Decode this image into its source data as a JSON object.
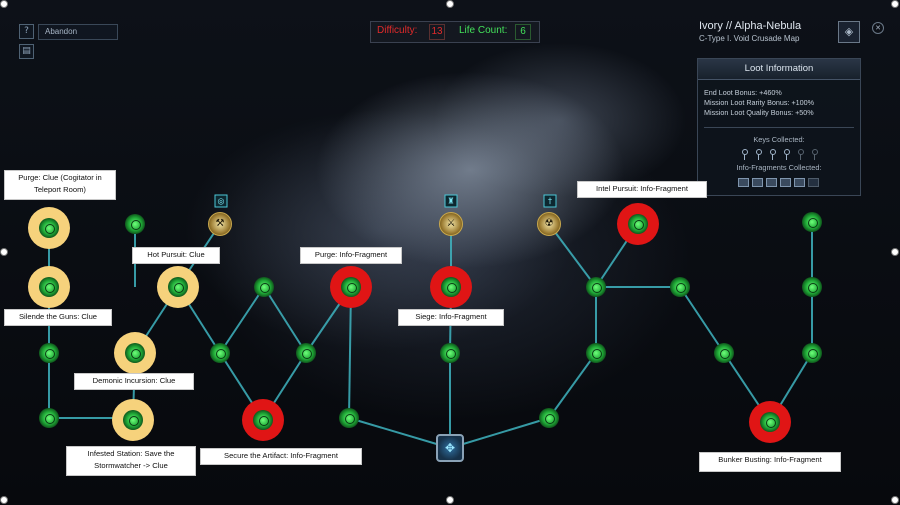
{
  "top_bar": {
    "difficulty_label": "Difficulty:",
    "difficulty_value": "13",
    "life_label": "Life Count:",
    "life_value": "6"
  },
  "left_controls": {
    "abandon_label": "Abandon",
    "help_icon": "question-icon",
    "map_icon": "map-icon"
  },
  "mission": {
    "title": "Ivory // Alpha-Nebula",
    "subtitle": "C-Type I. Void Crusade  Map"
  },
  "loot_panel": {
    "header": "Loot Information",
    "end_loot_bonus": "End Loot Bonus: +460%",
    "rarity_bonus": "Mission Loot Rarity Bonus: +100%",
    "quality_bonus": "Mission Loot Quality Bonus: +50%",
    "keys_label": "Keys Collected:",
    "keys_collected": 4,
    "keys_total": 6,
    "fragments_label": "Info-Fragments Collected:",
    "fragments_collected": 5,
    "fragments_total": 6
  },
  "annotations": {
    "purge_clue": "Purge: Clue (Cogitator in Teleport Room)",
    "silence_guns": "Silende the Guns: Clue",
    "hot_pursuit": "Hot Pursuit: Clue",
    "demonic_incursion": "Demonic Incursion: Clue",
    "infested_station": "Infested Station: Save the Stormwatcher -> Clue",
    "purge_fragment": "Purge: Info-Fragment",
    "siege_fragment": "Siege: Info-Fragment",
    "secure_artifact": "Secure the Artifact: Info-Fragment",
    "intel_pursuit": "Intel Pursuit: Info-Fragment",
    "bunker_busting": "Bunker Busting: Info-Fragment"
  },
  "colors": {
    "clue_ring": "#f6d27c",
    "fragment_ring": "#e01515",
    "node_green": "#2ad14a",
    "link_cyan": "#3fb4c0"
  }
}
